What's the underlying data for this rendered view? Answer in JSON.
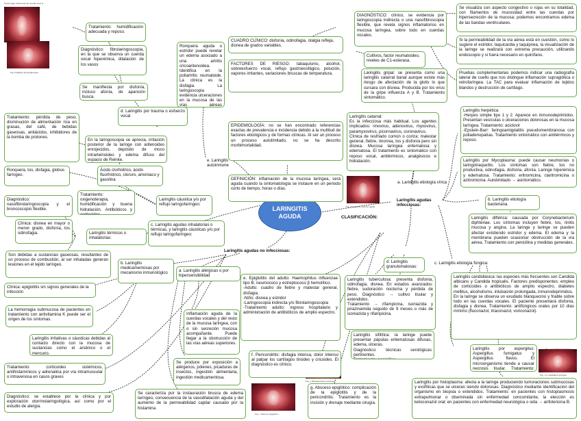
{
  "center": {
    "title": "LARINGITIS\nAGUDA"
  },
  "clasificacion": "CLASIFICACIÓN:",
  "nodes": {
    "definicion": "DEFINICIÓN: inflamación de la mucosa laríngea, será aguda cuando la sintomatología se instaure en un periodo corto de tiempo, horas o días.",
    "epidemiologia": "EPIDEMIOLOGÍA: no se han encontrado referencias exactas de prevalencia e incidencia debido a la multitud de factores etiológicos y de formas clínicas. Al ser un proceso un proceso autolimitado, no se ha descrito morbimortalidad.",
    "factores": "FACTORES DE RIESGO: tabaquismo, alcohol, sobreesfuerzo vocal, reflujo gastroesofágico, polución, vapores irritantes, variaciones bruscas de temperatura.",
    "cuadro": "CUADRO CLÍNICO: disfonía, odinofagia, otalgia refleja, disnea de grados variables.",
    "diagnostico_top": "DIAGNÓSTICO: clínico, se evidencia por laringoscopia indirecta o una nasofibroscopia flexible, que revela signos inflamatorios en mucosa laríngea, sobre todo en cuerdas vocales.",
    "cultivos": "Cultivos, factor reumatoideo, niveles de C1-esterasa.",
    "laringoscopia_right": "Se visualiza con aspecto congestivo o rojas en su totalidad, con filamentos de mucosidad entre las cuerdas por hipersecreción de la mucosa; podemos encontramos edema de las bandas ventriculares.",
    "permeabilidad": "Si la permeabilidad de la vía aérea está en cuestión, como lo sugiere el estridor, taquicardia y taquipnea, la visualización de la laringe se realizará con extrema precaución, utilizando endoscopio y si fuera necesario en quirófano.",
    "pruebas": "Pruebas complementarias podemos indicar una radiografía lateral de cuello que nos distingue inflamación supraglótica o retrofaríngea. La TAC para evaluar inflamación de tejidos blandos y destrucción de cartílago.",
    "gripal": "Laringitis gripal: se presenta como una laringitis catarral banal aunque existe más riesgo de afectación de la glotis lo que cursara con disnea. Producida por los virus de la gripe influenza A y B. Tratamiento sintomático.",
    "catarral": "Laringitis catarral:\nEs la infecciosa más habitual. Los agentes implicados: rinovirus, adenovirus, myxovirus, paramyxovirus, picornavirus, coronavirus.\nClínica de resfriado común o coriza: malestar general, fiebre, rinorrea, tos y disfonía pero sin disnea. Mucosa laríngea eritematosa y edematosa. El tratamiento es sintomático con reposo vocal, antitérmicos, analgésicos e hidratación.",
    "herpetica": "Laringitis herpética:\n-Herpes simple tipo 1 y 2. Aparece en inmunodeprimidos. Presentan vesículas o ulceraciones dolorosas en la mucosa laríngea. Tratamiento: aciclovir\n-Epstein-Barr: faringoamigdalitis pseudomembranosa con poliadenopatías. Tratamiento sintomático con antitérmicos y reposo.",
    "mycoplasma": "Laringitis por Mycoplasma: puede causar neumonías o laringotraqueítis. Los síntomas son fiebre, tos no productiva, odinofagia, disfonía, afonía. Laringe hiperémica y edematosa. Tratamiento: eritromicina, claritromicina o azitromicina. Autolimitado → asintomático.",
    "etiologia_viral": "a. Laringitis etiología vírica",
    "infecciosas": "Laringitis agudas infecciosas:",
    "bacteriana": "b. Laringitis etiología bacteriana",
    "difterica": "Laringitis diftérica: causada por Corynebacterium diphteriae. Los síntomas incluyen fiebre, tos, rinitis mucosa y angina. La laringe y laringe se pueden afectar existiendo estridor y edema. El edema y la membrana pueden ocasionar obstrucción de la vía aérea. Tratamiento con penicilina y medidas generales.",
    "fungica": "c. Laringitis etiología fúngica:",
    "granulomatosas": "d. Laringitis granulomatosas:",
    "candidiasica": "Laringitis candidiásica: las especies más frecuentes son Candida albicans y Candida tropicalis. Factores predisponentes: empleo de corticoides o antibióticos de amplio espectro, diabetes mellitus, alcoholismo, intubación prolongada, inmunodeprimidos.\nEn la laringe se observa un exudado blanquecino y friable sobre todo en las cuerdas vocales. El paciente presentará disfonía, disfagia y disnea. Tratamiento: antifúngicos orales por 10 días mínimo (fluconazol, itraconazol, voriconazol).",
    "aspergilus": "Laringitis por aspergilus: Aspergillus fumigatus y Aspergillus flavus. El microorganismo tiende a causar necrosis tisular. Tratamiento: anfotericina B.",
    "histoplasma": "Laringitis por histoplasma: afecta a la laringe produciendo tumoraciones submucosas y exofíticas que se ulceran siendo dolorosas. Diagnóstico mediante identificación del organismo en biopsia o extendidos. Tratamiento: en pacientes con histoplasmosis extrapulmonar o diseminada sin enfermedad concomitante, la elección es ketoconazol oral; en pacientes con enfermedad neurológica o sida → anfotericina B.",
    "tuberculosa": "Laringitis tuberculosa: presenta disfonía, odinofagia, disnea. En estados avanzados: fiebre, sudoración nocturna y pérdida de peso. Diagnóstico → cultivo tisular y extendidos.\nTratamiento → rifampicina, isoniazida y pirazinamida seguido de 9 meses o más de isoniazida y rifampicina.",
    "sifilitica": "Laringitis sifilítica: la laringe puede presentar pápulas eritematosas difusas, edema, úlceras.\nDiagnóstico: técnicas serológicas pertinentes.\nTratamiento: penicilina",
    "epiglotitis": "e. Epiglotitis del adulto: Haemophilus influenzae tipo B, neumococo y estreptococo β hemolítico.\n-Adulto: cuadro de fiebre y malestar general, disfagia.\n-Niño: disnea y estridor\n-Laringoscopia indirecta y/o fibrolaringoscopia\n-Tratamiento adulto: ingreso hospitalario y administración de antibióticos de amplio espectro.",
    "pericondritis": "f. Pericondritis: disfagia intensa, dolor intenso al palpar los cartílagos tiroides y cricoides. El diagnóstico es clínico.",
    "absceso": "g. Absceso epiglótico: complicación de la epiglotitis y de la pericondritis. Tratamiento es la incisión y drenaje mediante cirugía.",
    "no_infecciosas": "Laringitis agudas no infecciosas:",
    "alergicas": "a. Laringitis alérgicas o por hipersensibilidad",
    "inflamacion_aguda": "Inflamación aguda de la cuerdas vocales y del resto de la mucosa laríngea, con o sin secreción mucosa acompañante. Puede llegar a la obstrucción de las vías aéreas superiores.",
    "exposicion": "Se produce por exposición a alérgenos, pólenes, picaduras de insectos, ingestión alimentaria, ingestión medicamentosa.",
    "caracteriza": "Se caracteriza por la instauración brusca de edema laríngeo, consecuencia de la vasodilatación aguda y del aumento de la permeabilidad capilar causado por la histamina",
    "medicamentosas": "b. Laringitis medicamentosas por mecanismo inmunológico",
    "clinica_b": "Clínica: epiglotitis sin signos generales de la infección",
    "hemorragia": "La hemorragia submucosa de pacientes en tratamiento con antivitamina K puede ser el origen de los síntomas.",
    "irritativas": "Laringitis irritativas o cáusticas debidas al contacto directo con la mucosa de sustancias como el arsénico o el mercurio.",
    "tratamiento_cort": "Tratamiento: corticoides sistémicos, antihistamínicos y adrenalina por vía intramuscular o intravenosa en casos graves",
    "diagnostico_excl": "Diagnóstico: se establece por la clínica y por exploración otorrinolaringológica, así como por el estudio de alergia.",
    "termicos": "Laringitis térmicos o inhalatorias:",
    "son_debidas": "Son debidas a sustancias gaseosas, resultantes de un proceso de combustión, al ser inhaladas generan lesiones en el tejido laríngeo.",
    "clinica_termica": "Clínica: disnea en mayor o menor grado, disfonía, tos odinofagia.",
    "diagnostico_nasof": "Diagnóstico: nasofibrolaringoscopia y el broncoscopio flexible.",
    "tratamiento_oxig": "Tratamiento: oxigenoterapia, humidificación y buena hidratación. Antibióticos y corticoides.",
    "caustica": "Laringitis cáustica y/o por reflujo laringofaríngeo:",
    "c_laringitis": "c. Laringitis agudas inhalatorias o térmicas, y laringitis cáusticas y/o por reflujo laringofaríngeo:",
    "acido": "Ácido clorhídrico, ácido fluorhídrico, cloruro, amoniaco y gasolina",
    "ronquera": "Ronquera, tos, disfagia, globus faríngeo.",
    "en_laringoscopia": "En la laringoscopia se aprecia, irritación posterior de la laringe con aritenoides enrojecidos, depósito de moco intrarteinoideo y edema difuso del espacio de Reinke.",
    "tratamiento_perdida": "Tratamiento: pérdida de peso, disminución de alimentación rica en grasas, del café, de bebidas gaseosas, antiácidos, inhibidores de la bomba de protones.",
    "e_autoinmune": "e. Laringitis autoinmune",
    "d_trauma": "d. Laringitis por trauma o esfuerzo vocal",
    "ronquera_aguda": "Ronquera aguda o estridor puede revelar un edema asociado a una artritis cricoaritenoidea. Identifica en la poliartritis reumatoide. La clínica es la disfagia. La laringoscopia evidencia ulceraciones en la mucosa de las vías aéreas superiores.",
    "se_manifiesta": "Se manifiesta por disfonía, incluso afonía, de aparición busca.",
    "diagnostico_fibro": "Diagnóstico: fibrolaringoscopia, en la que se observa un cuerda vocal hiperémica, dilatación de los vasos",
    "tratamiento_hum": "Tratamiento: humidificación adecuada y reposo."
  },
  "captions": {
    "p1": "hemorragia submucosa de cuerda vocal d",
    "p2": "Fig. 6 Reflujo laringofaríngeo",
    "p3": "Fig. 11 Aspecto catarral agudo",
    "p4": "Fig. 12 Candidiasis laríngea",
    "p5": "Fig. 4 Histoplasmosis Laríngea",
    "p6": "Fig. 7 Absceso epiglótico",
    "p7": "Fig. 1 Candidiasis laríngea"
  }
}
